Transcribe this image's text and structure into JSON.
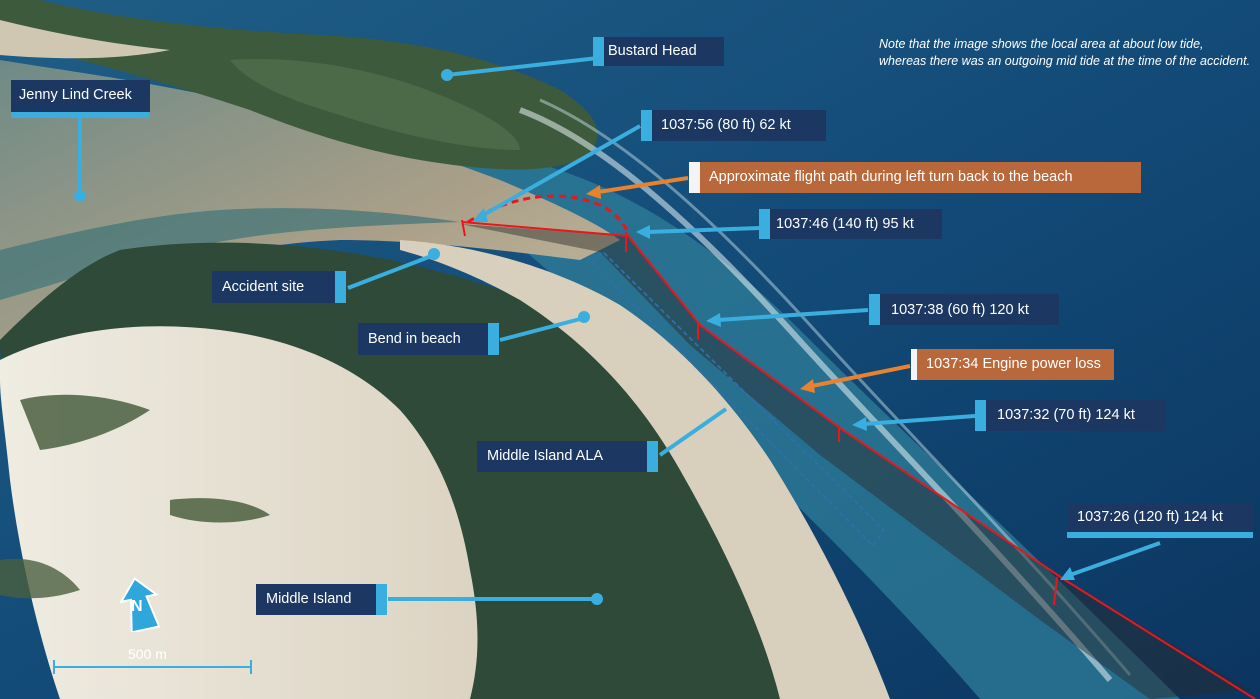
{
  "note": "Note that the image shows the local area at about low tide, whereas there was an outgoing mid tide at the time of the accident.",
  "places": {
    "bustard_head": "Bustard Head",
    "jenny_lind_creek": "Jenny Lind Creek",
    "accident_site": "Accident site",
    "bend_in_beach": "Bend in beach",
    "middle_island_ala": "Middle Island ALA",
    "middle_island": "Middle Island"
  },
  "flight_points": [
    {
      "time": "1037:56",
      "height": "80 ft",
      "speed": "62 kt",
      "label": "1037:56 (80 ft) 62 kt"
    },
    {
      "time": "1037:46",
      "height": "140 ft",
      "speed": "95 kt",
      "label": "1037:46 (140 ft) 95 kt"
    },
    {
      "time": "1037:38",
      "height": "60 ft",
      "speed": "120 kt",
      "label": "1037:38 (60 ft) 120 kt"
    },
    {
      "time": "1037:32",
      "height": "70 ft",
      "speed": "124 kt",
      "label": "1037:32 (70 ft) 124 kt"
    },
    {
      "time": "1037:26",
      "height": "120 ft",
      "speed": "124 kt",
      "label": "1037:26 (120 ft) 124 kt"
    }
  ],
  "events": {
    "flight_path": "Approximate flight path during left turn back to the beach",
    "engine_loss": "1037:34 Engine power loss"
  },
  "north_label": "N",
  "scale_label": "500 m",
  "colors": {
    "label_navy": "#1b3762",
    "label_orange": "#b8683a",
    "leader_blue": "#3aaede",
    "leader_orange": "#e8822e",
    "flight_path_red": "#e8171c",
    "ocean": "#0d3f6a",
    "sand": "#d9cfbe",
    "vegetation": "#2f4a38"
  }
}
